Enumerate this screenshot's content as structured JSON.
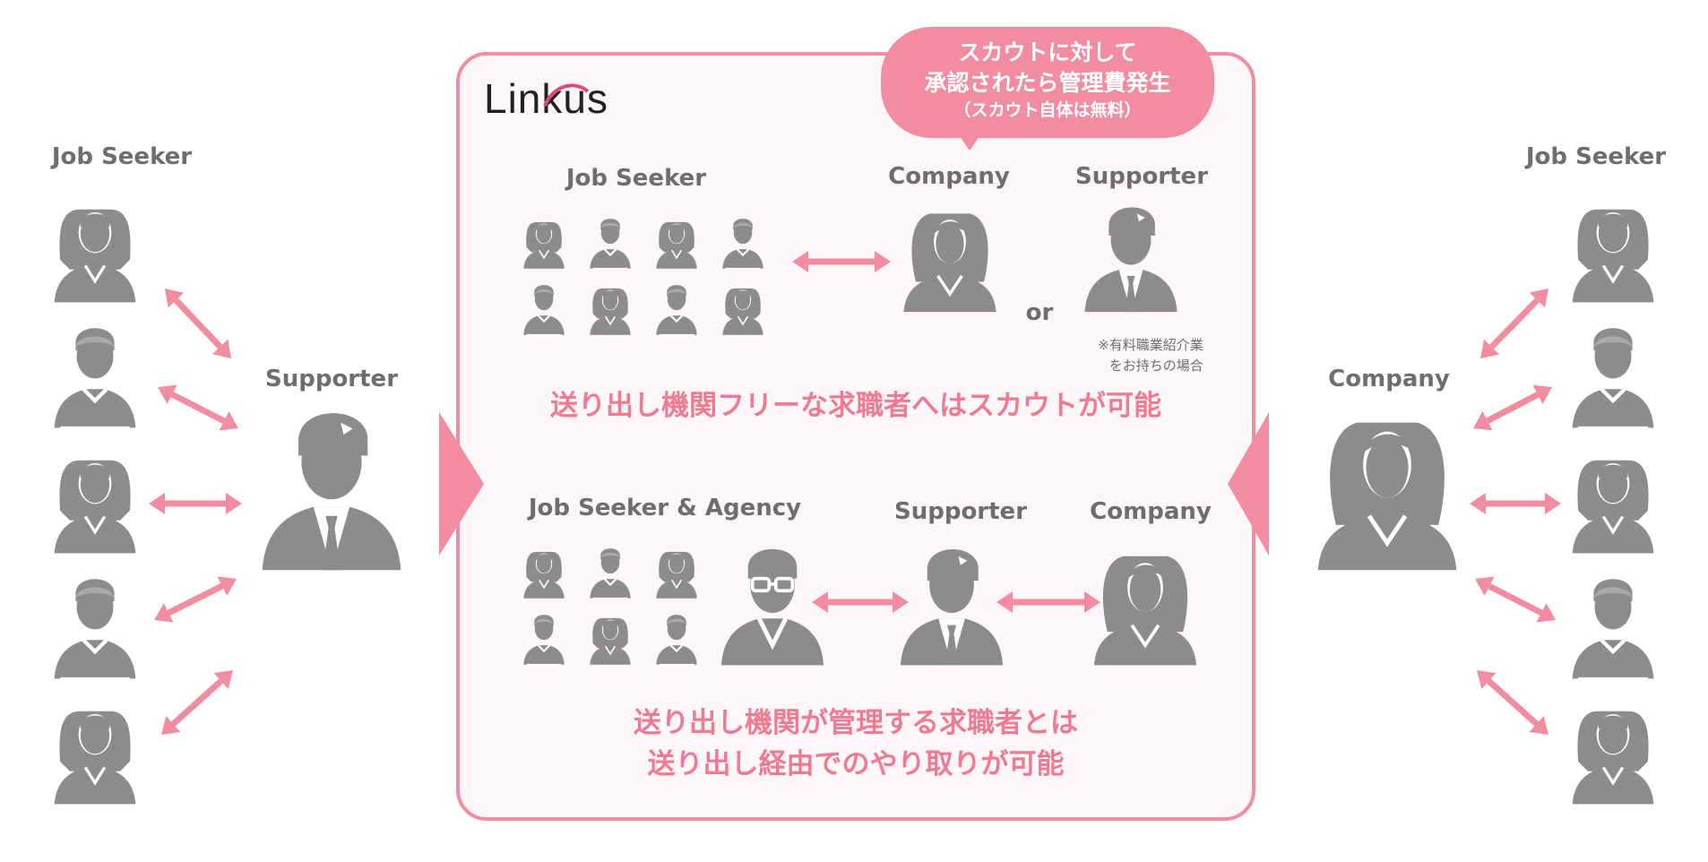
{
  "left": {
    "job_seeker_label": "Job Seeker",
    "supporter_label": "Supporter"
  },
  "right": {
    "job_seeker_label": "Job Seeker",
    "company_label": "Company"
  },
  "panel": {
    "logo_text": "Linkus",
    "bubble": {
      "line1": "スカウトに対して",
      "line2": "承認されたら管理費発生",
      "line3": "（スカウト自体は無料）"
    },
    "top": {
      "job_seeker_label": "Job Seeker",
      "company_label": "Company",
      "supporter_label": "Supporter",
      "or_label": "or",
      "note_line1": "※有料職業紹介業",
      "note_line2": "をお持ちの場合",
      "caption": "送り出し機関フリーな求職者へはスカウトが可能"
    },
    "bottom": {
      "job_seeker_agency_label": "Job Seeker & Agency",
      "supporter_label": "Supporter",
      "company_label": "Company",
      "caption_line1": "送り出し機関が管理する求職者とは",
      "caption_line2": "送り出し経由でのやり取りが可能"
    }
  },
  "colors": {
    "accent": "#f28ca0",
    "accent_text": "#ef7b93",
    "icon_gray": "#8c8c8c",
    "label_gray": "#6e6e6e",
    "panel_bg": "#fdf7f9"
  },
  "icons": [
    "female-user-icon",
    "male-user-icon",
    "businessman-icon",
    "businesswoman-icon",
    "glasses-man-icon",
    "double-arrow-icon",
    "triangle-arrow-icon"
  ]
}
